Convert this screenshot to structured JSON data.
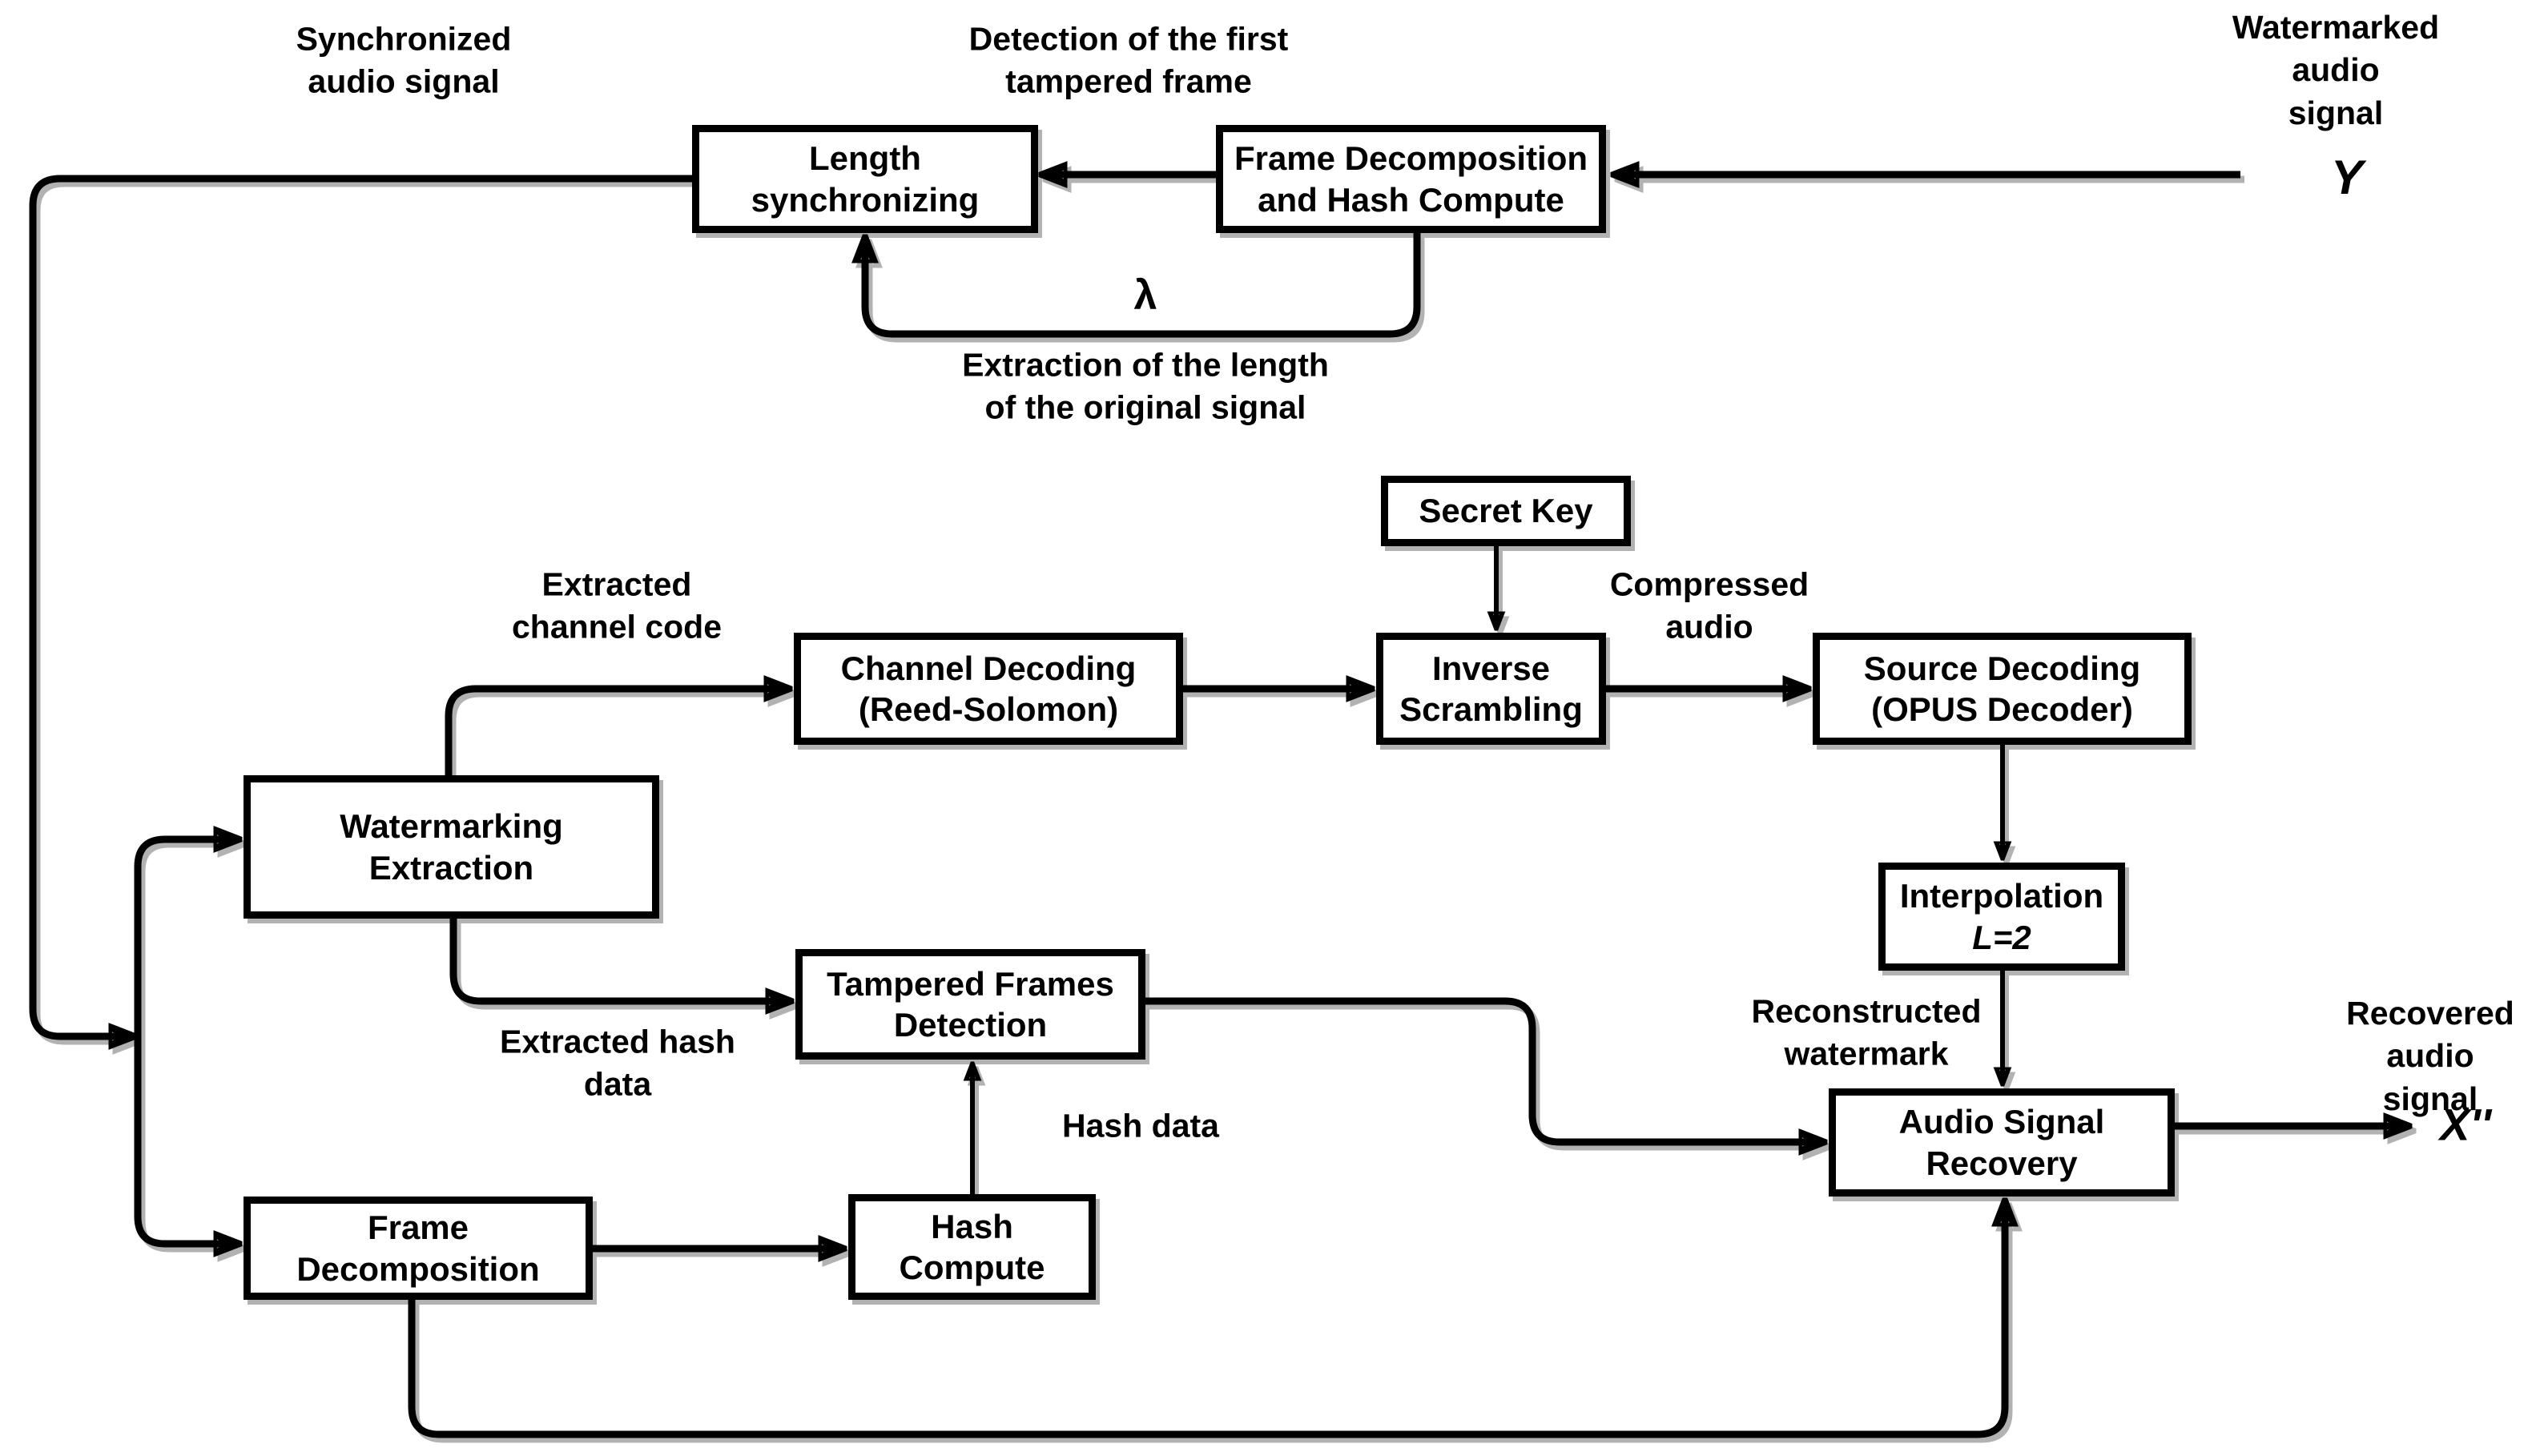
{
  "colors": {
    "line": "#000000",
    "background": "#ffffff",
    "text": "#000000"
  },
  "boxes": {
    "length_sync": {
      "label": "Length\nsynchronizing"
    },
    "frame_decomp_hash": {
      "label": "Frame Decomposition\nand Hash Compute"
    },
    "secret_key": {
      "label": "Secret Key"
    },
    "channel_decoding": {
      "label": "Channel Decoding\n(Reed-Solomon)"
    },
    "inverse_scrambling": {
      "label": "Inverse\nScrambling"
    },
    "source_decoding": {
      "label": "Source Decoding\n(OPUS Decoder)"
    },
    "watermarking_extraction": {
      "label": "Watermarking\nExtraction"
    },
    "interpolation": {
      "label": "Interpolation",
      "sublabel": "L=2"
    },
    "tampered_frames_detection": {
      "label": "Tampered Frames\nDetection"
    },
    "audio_signal_recovery": {
      "label": "Audio Signal\nRecovery"
    },
    "frame_decomposition": {
      "label": "Frame\nDecomposition"
    },
    "hash_compute": {
      "label": "Hash\nCompute"
    }
  },
  "labels": {
    "synchronized_audio": "Synchronized\naudio signal",
    "detection_first_tampered": "Detection of the first\ntampered frame",
    "watermarked_audio": "Watermarked audio\nsignal",
    "y_symbol": "Y",
    "lambda_symbol": "λ",
    "extraction_length": "Extraction of  the length\nof the original signal",
    "extracted_channel_code": "Extracted\nchannel code",
    "compressed_audio": "Compressed\naudio",
    "extracted_hash_data": "Extracted hash\ndata",
    "hash_data": "Hash data",
    "reconstructed_watermark": "Reconstructed\nwatermark",
    "recovered_audio": "Recovered audio\nsignal",
    "x_symbol": "X''"
  }
}
